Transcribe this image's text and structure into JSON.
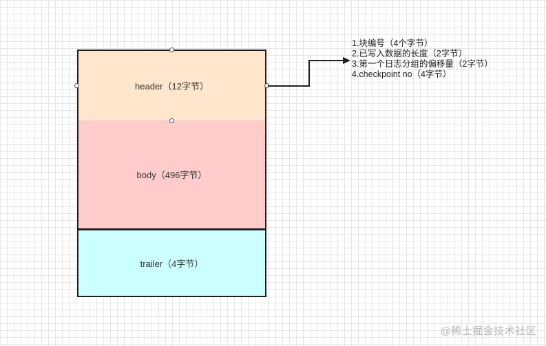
{
  "blocks": {
    "header": "header（12字节）",
    "body": "body（496字节）",
    "trailer": "trailer（4字节）"
  },
  "header_fields": [
    "1.块编号（4个字节）",
    "2.已写入数据的长度（2字节）",
    "3.第一个日志分组的偏移量（2字节）",
    "4.checkpoint no（4字节）"
  ],
  "watermark": "@稀土掘金技术社区",
  "colors": {
    "header_fill": "#ffe6cc",
    "body_fill": "#ffcccc",
    "trailer_fill": "#ccffff",
    "border": "#1f1f1f"
  }
}
